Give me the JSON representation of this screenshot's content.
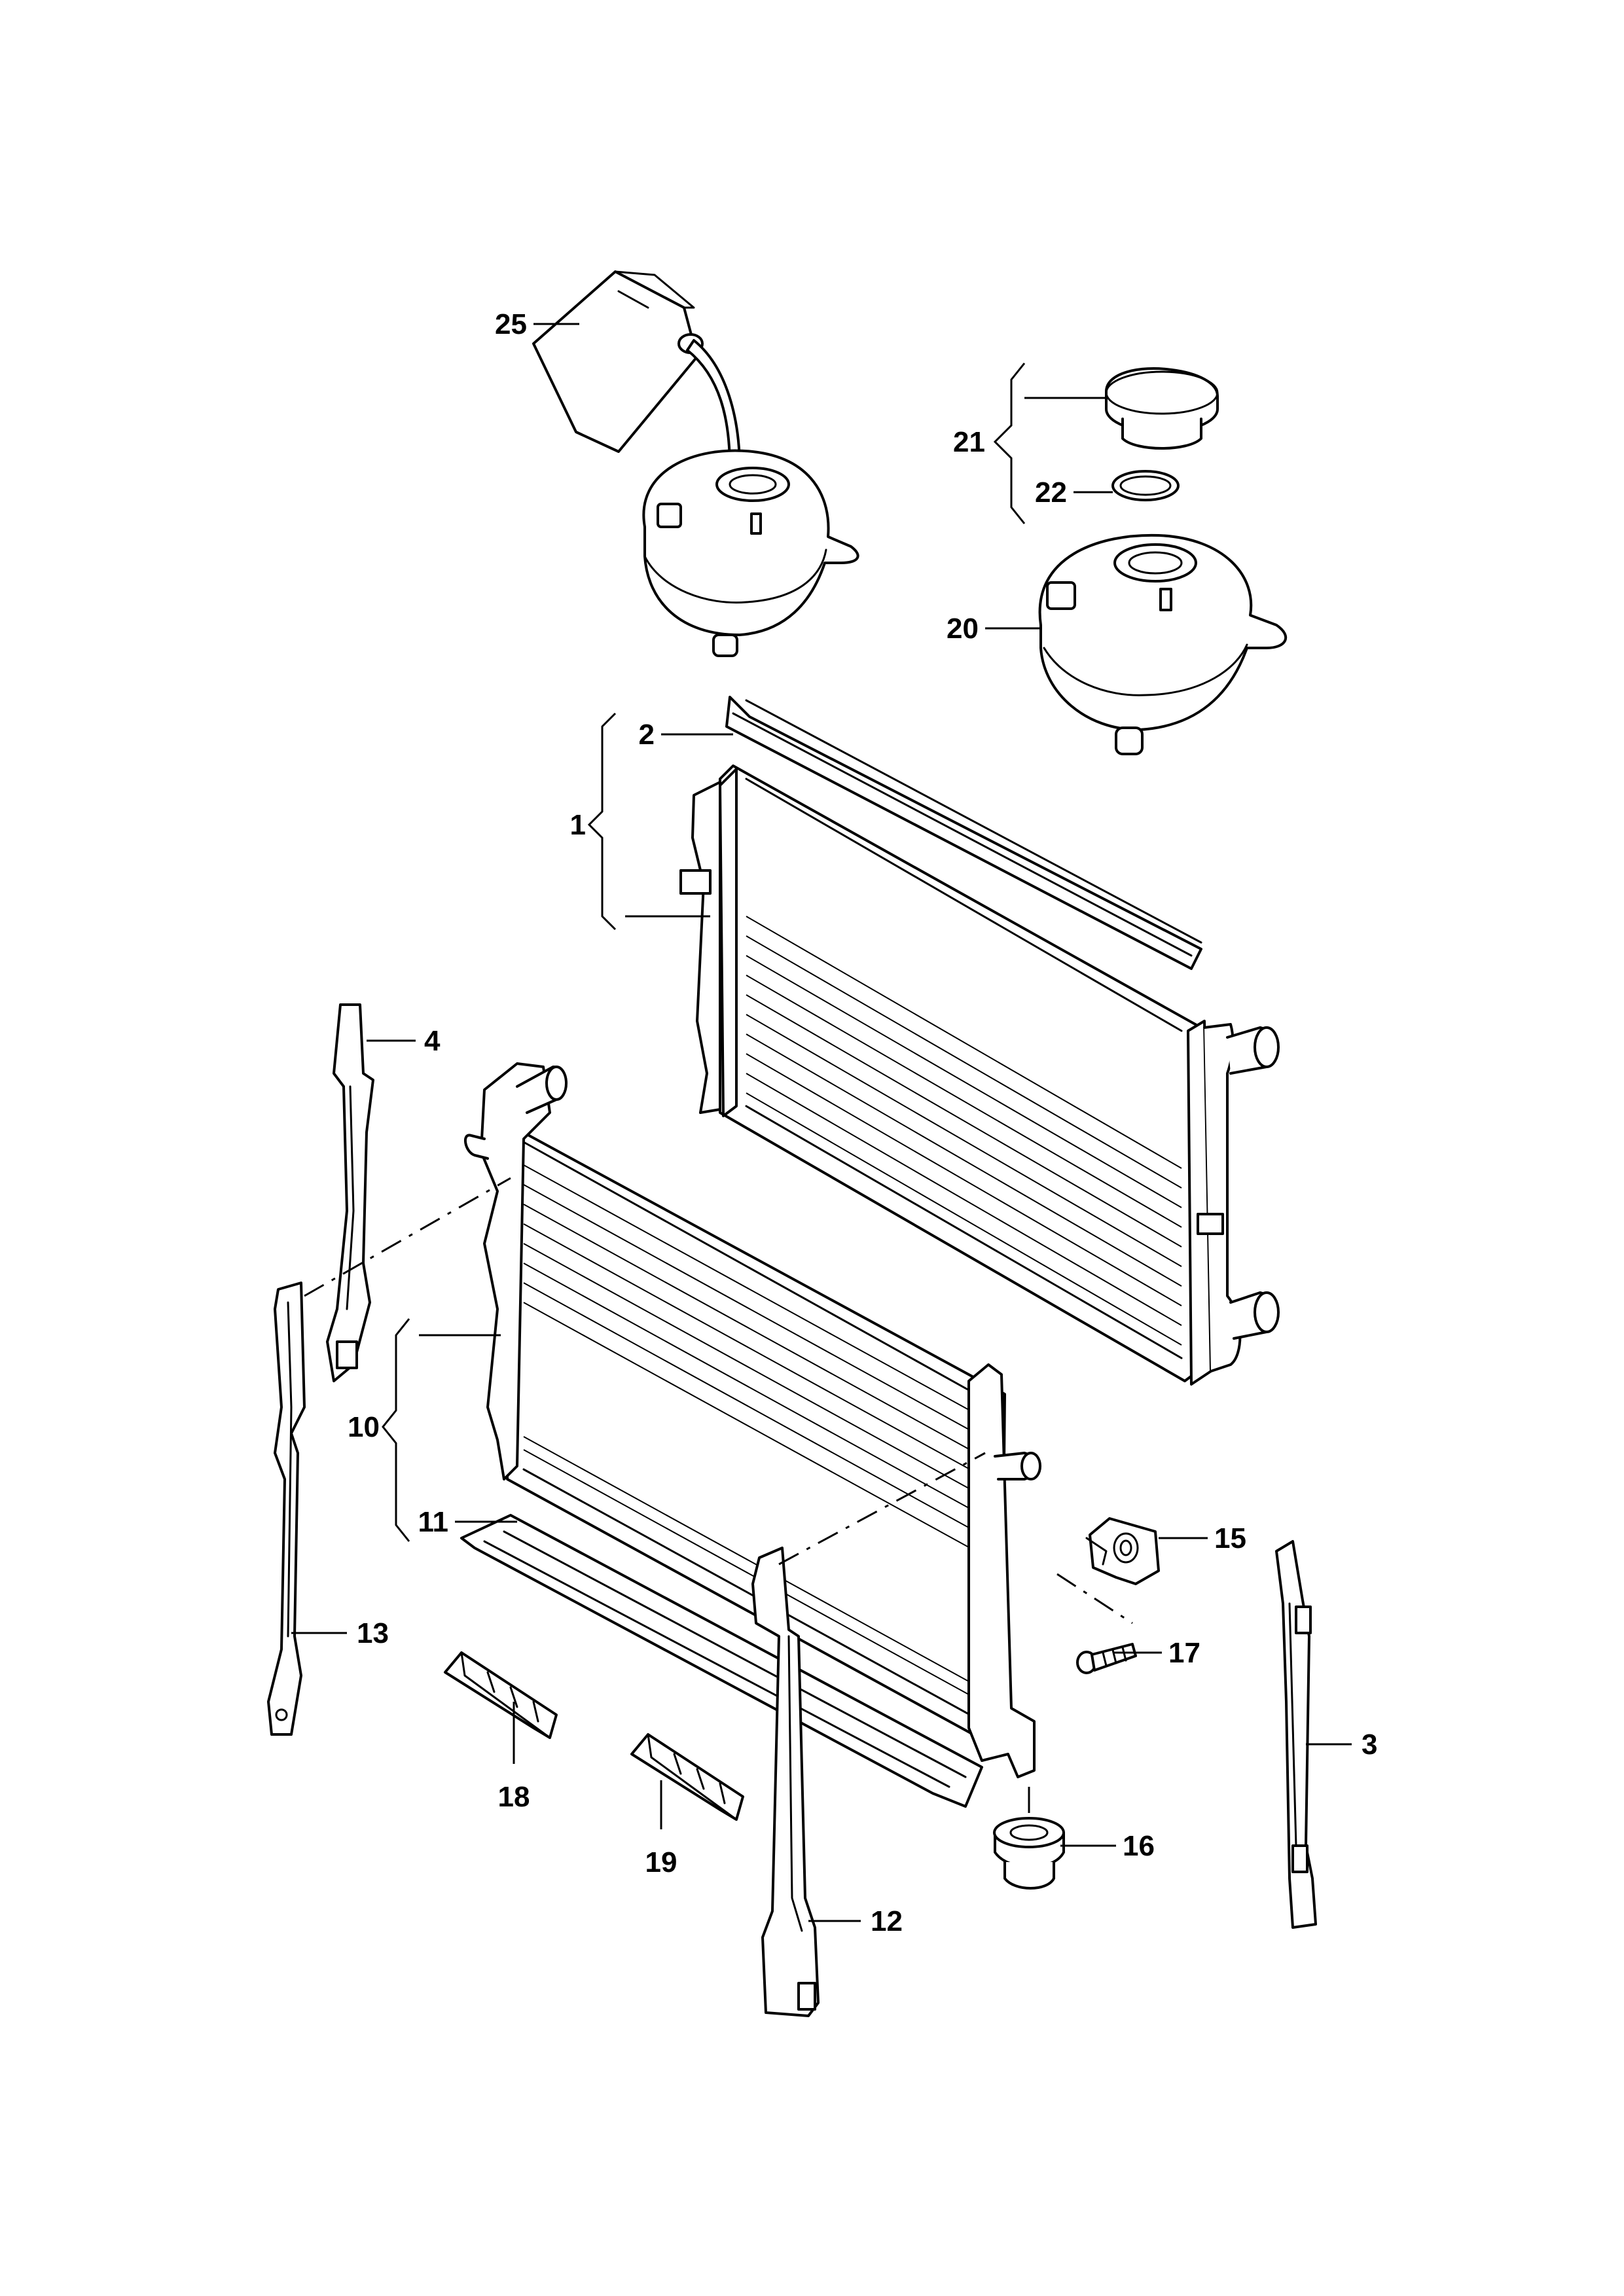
{
  "callouts": {
    "p1": "1",
    "p2": "2",
    "p3": "3",
    "p4": "4",
    "p10": "10",
    "p11": "11",
    "p12": "12",
    "p13": "13",
    "p15": "15",
    "p16": "16",
    "p17": "17",
    "p18": "18",
    "p19": "19",
    "p20": "20",
    "p21": "21",
    "p22": "22",
    "p25": "25"
  },
  "colors": {
    "line": "#000000",
    "background": "#ffffff"
  }
}
